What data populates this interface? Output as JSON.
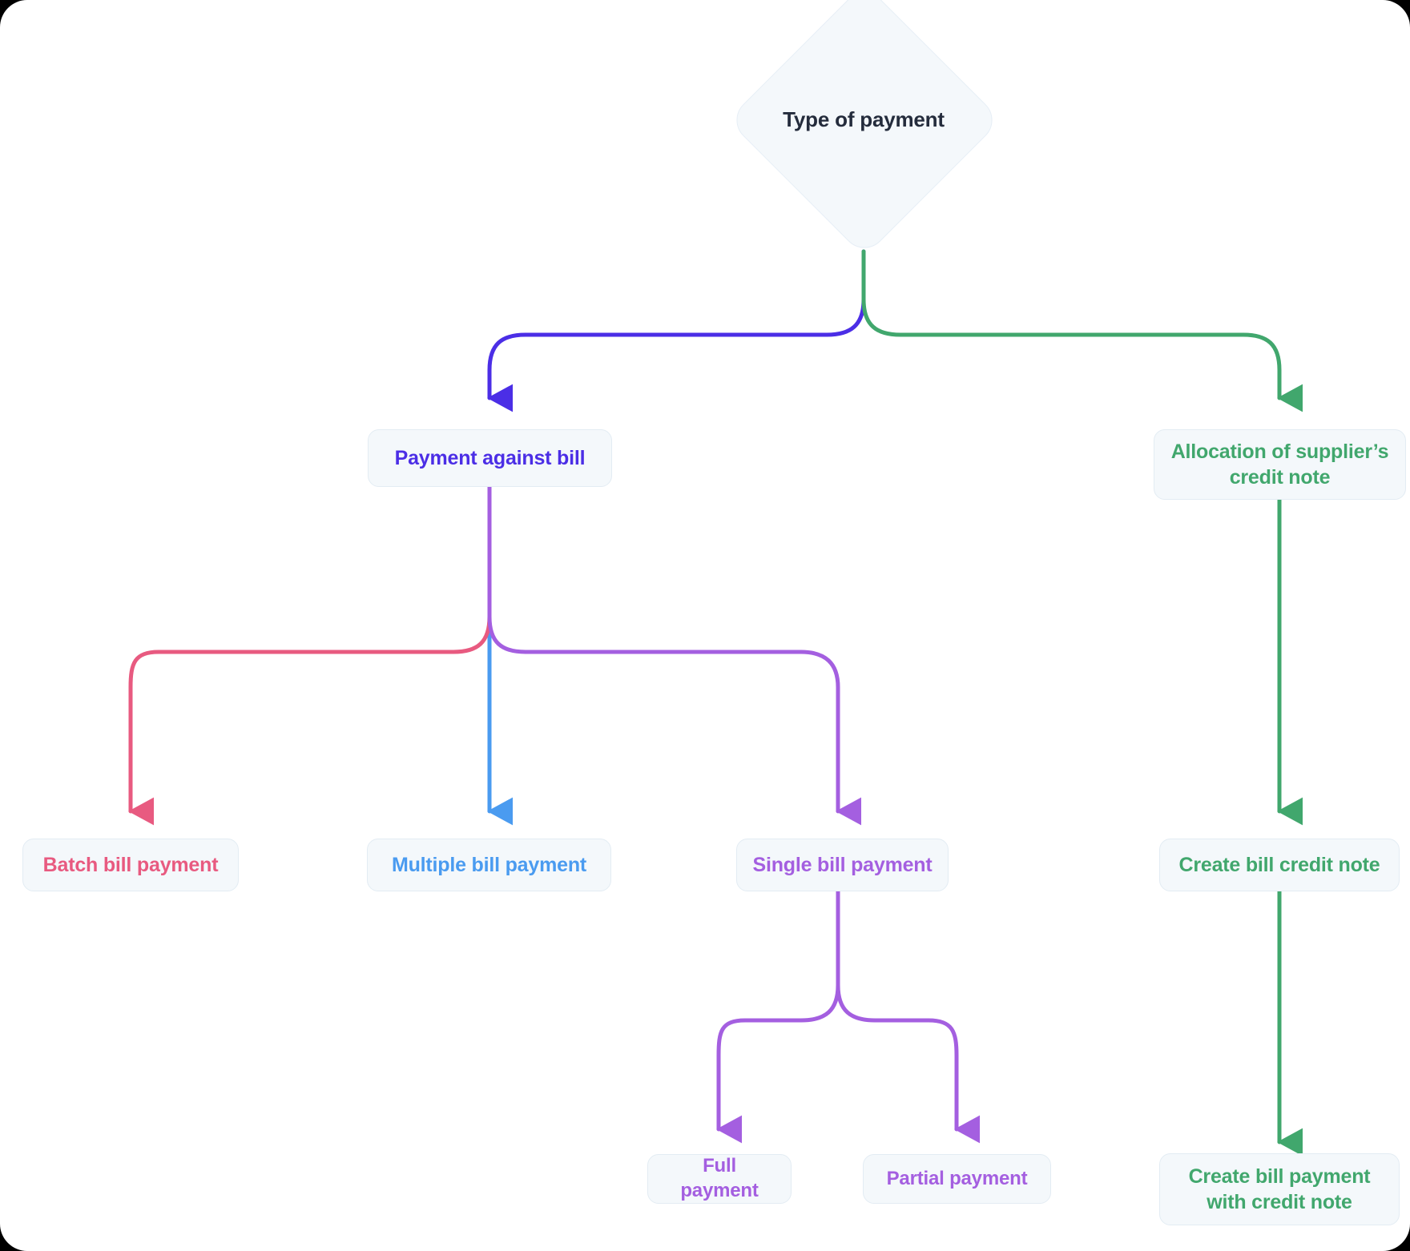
{
  "diagram": {
    "title": "Type of payment",
    "type": "flowchart",
    "orientation": "top-down",
    "background": "#ffffff",
    "node_fill": "#f4f8fb",
    "node_border": "#e3ecf3",
    "root": {
      "label": "Type of payment",
      "shape": "diamond",
      "color": "#242c3c"
    },
    "nodes": [
      {
        "id": "payment-against-bill",
        "label": "Payment against bill",
        "color": "#4b2ee6",
        "shape": "rounded-rect"
      },
      {
        "id": "allocation-credit-note",
        "label": "Allocation of supplier’s credit note",
        "color": "#41a76d",
        "shape": "rounded-rect"
      },
      {
        "id": "batch-bill-payment",
        "label": "Batch bill payment",
        "color": "#e85a80",
        "shape": "rounded-rect"
      },
      {
        "id": "multiple-bill-payment",
        "label": "Multiple bill payment",
        "color": "#4a9bf0",
        "shape": "rounded-rect"
      },
      {
        "id": "single-bill-payment",
        "label": "Single bill payment",
        "color": "#a45fe0",
        "shape": "rounded-rect"
      },
      {
        "id": "create-bill-credit-note",
        "label": "Create bill credit note",
        "color": "#41a76d",
        "shape": "rounded-rect"
      },
      {
        "id": "full-payment",
        "label": "Full payment",
        "color": "#a45fe0",
        "shape": "rounded-rect"
      },
      {
        "id": "partial-payment",
        "label": "Partial payment",
        "color": "#a45fe0",
        "shape": "rounded-rect"
      },
      {
        "id": "create-bill-payment-credit-note",
        "label": "Create bill payment with credit note",
        "color": "#41a76d",
        "shape": "rounded-rect"
      }
    ],
    "edges": [
      {
        "from": "root",
        "to": "payment-against-bill",
        "color": "#4b2ee6"
      },
      {
        "from": "root",
        "to": "allocation-credit-note",
        "color": "#41a76d"
      },
      {
        "from": "payment-against-bill",
        "to": "batch-bill-payment",
        "color": "#e85a80"
      },
      {
        "from": "payment-against-bill",
        "to": "multiple-bill-payment",
        "color": "#4a9bf0"
      },
      {
        "from": "payment-against-bill",
        "to": "single-bill-payment",
        "color": "#a45fe0"
      },
      {
        "from": "allocation-credit-note",
        "to": "create-bill-credit-note",
        "color": "#41a76d"
      },
      {
        "from": "single-bill-payment",
        "to": "full-payment",
        "color": "#a45fe0"
      },
      {
        "from": "single-bill-payment",
        "to": "partial-payment",
        "color": "#a45fe0"
      },
      {
        "from": "create-bill-credit-note",
        "to": "create-bill-payment-credit-note",
        "color": "#41a76d"
      }
    ]
  }
}
